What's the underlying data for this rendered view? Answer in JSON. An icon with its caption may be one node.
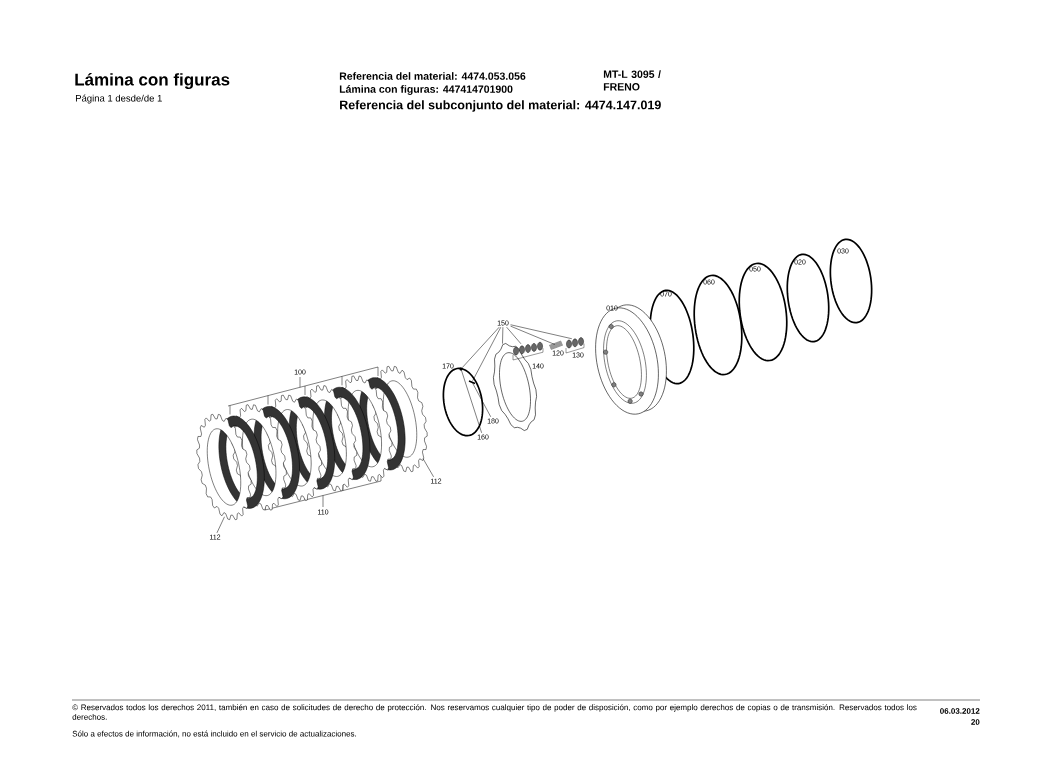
{
  "diagram": {
    "title": "Lámina con figuras",
    "nodes": [
      {
        "text": [
          "150"
        ]
      },
      {
        "text": [],
        "shape": "circle"
      },
      {
        "text": [],
        "shape": "picture"
      },
      {
        "text": [],
        "shape": "picture"
      },
      {
        "text": [],
        "shape": "picture"
      },
      {
        "text": [],
        "shape": "picture"
      },
      {
        "text": [],
        "shape": "picture"
      },
      {
        "text": [
          "180"
        ]
      },
      {
        "text": [
          "160"
        ]
      },
      {
        "text": [
          "112"
        ]
      },
      {
        "text": [],
        "shape": "picture"
      },
      {
        "text": [
          "112"
        ]
      },
      {
        "text": [],
        "shape": "picture"
      }
    ],
    "edges": [
      {
        "from": 0,
        "to": 1,
        "arrow": "none"
      },
      {
        "from": 0,
        "to": 2,
        "arrow": "none"
      },
      {
        "from": 0,
        "to": 3,
        "arrow": "none"
      },
      {
        "from": 0,
        "to": 4,
        "arrow": "none"
      },
      {
        "from": 0,
        "to": 5,
        "arrow": "none"
      },
      {
        "from": 0,
        "to": 6,
        "arrow": "none"
      },
      {
        "from": 7,
        "to": 2,
        "arrow": "none"
      },
      {
        "from": 8,
        "to": 1,
        "arrow": "none"
      },
      {
        "from": 9,
        "to": 10,
        "arrow": "none"
      },
      {
        "from": 11,
        "to": 12,
        "arrow": "none"
      }
    ],
    "labels": [
      "Página 1 desde/de 1",
      "Referencia del material: 4474.053.056",
      "MT-L 3095 / FRENO",
      "Lámina con figuras: 447414701900",
      "Referencia del subconjunto del material: 4474.147.019",
      "100",
      "170",
      "140",
      "120",
      "130",
      "010",
      "070",
      "060",
      "050",
      "020",
      "030",
      "110",
      "© Reservados todos los derechos 2011, también en caso de solicitudes de derecho de protección. Nos reservamos cualquier tipo de poder de disposición, como por ejemplo derechos de copias o de transmisión. Reservados todos los derechos.",
      "06.03.2012",
      "20",
      "Sólo a efectos de información, no está incluido en el servicio de actualizaciones."
    ]
  }
}
